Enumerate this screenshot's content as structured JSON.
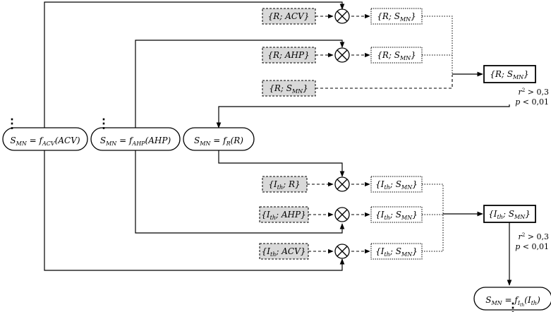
{
  "diagram": {
    "ellipsis": "⋮",
    "models": {
      "acv": {
        "lhs": "S",
        "lhs_sub": "MN",
        "f": "f",
        "f_sub": "ACV",
        "arg": "(ACV)"
      },
      "ahp": {
        "lhs": "S",
        "lhs_sub": "MN",
        "f": "f",
        "f_sub": "AHP",
        "arg": "(AHP)"
      },
      "r": {
        "lhs": "S",
        "lhs_sub": "MN",
        "f": "f",
        "f_sub": "R",
        "arg": "(R)"
      },
      "ith": {
        "lhs": "S",
        "lhs_sub": "MN",
        "f": "f",
        "f_sub": "I",
        "f_sub_sub": "th",
        "arg": "(I",
        "arg_sub": "th",
        "arg_end": ")"
      }
    },
    "inputs_r": [
      {
        "a": "R",
        "b": "ACV"
      },
      {
        "a": "R",
        "b": "AHP"
      },
      {
        "a": "R",
        "b": "S",
        "b_sub": "MN"
      }
    ],
    "outputs_r": [
      {
        "a": "R",
        "b": "S",
        "b_sub": "MN"
      },
      {
        "a": "R",
        "b": "S",
        "b_sub": "MN"
      }
    ],
    "result_r": {
      "a": "R",
      "b": "S",
      "b_sub": "MN"
    },
    "inputs_ith": [
      {
        "a": "I",
        "a_sub": "th",
        "b": "R"
      },
      {
        "a": "I",
        "a_sub": "th",
        "b": "AHP"
      },
      {
        "a": "I",
        "a_sub": "th",
        "b": "ACV"
      }
    ],
    "outputs_ith": [
      {
        "a": "I",
        "a_sub": "th",
        "b": "S",
        "b_sub": "MN"
      },
      {
        "a": "I",
        "a_sub": "th",
        "b": "S",
        "b_sub": "MN"
      },
      {
        "a": "I",
        "a_sub": "th",
        "b": "S",
        "b_sub": "MN"
      }
    ],
    "result_ith": {
      "a": "I",
      "a_sub": "th",
      "b": "S",
      "b_sub": "MN"
    },
    "criteria_r": {
      "r_label": "r",
      "r_sup": "2",
      "r_rest": " > 0,3",
      "p_label": "p",
      "p_rest": " < 0,01"
    },
    "criteria_ith": {
      "r_label": "r",
      "r_sup": "2",
      "r_rest": " > 0,3",
      "p_label": "p",
      "p_rest": " < 0,01"
    },
    "colors": {
      "line": "#000000",
      "input_fill": "#d9d9d9",
      "background": "#ffffff"
    }
  }
}
